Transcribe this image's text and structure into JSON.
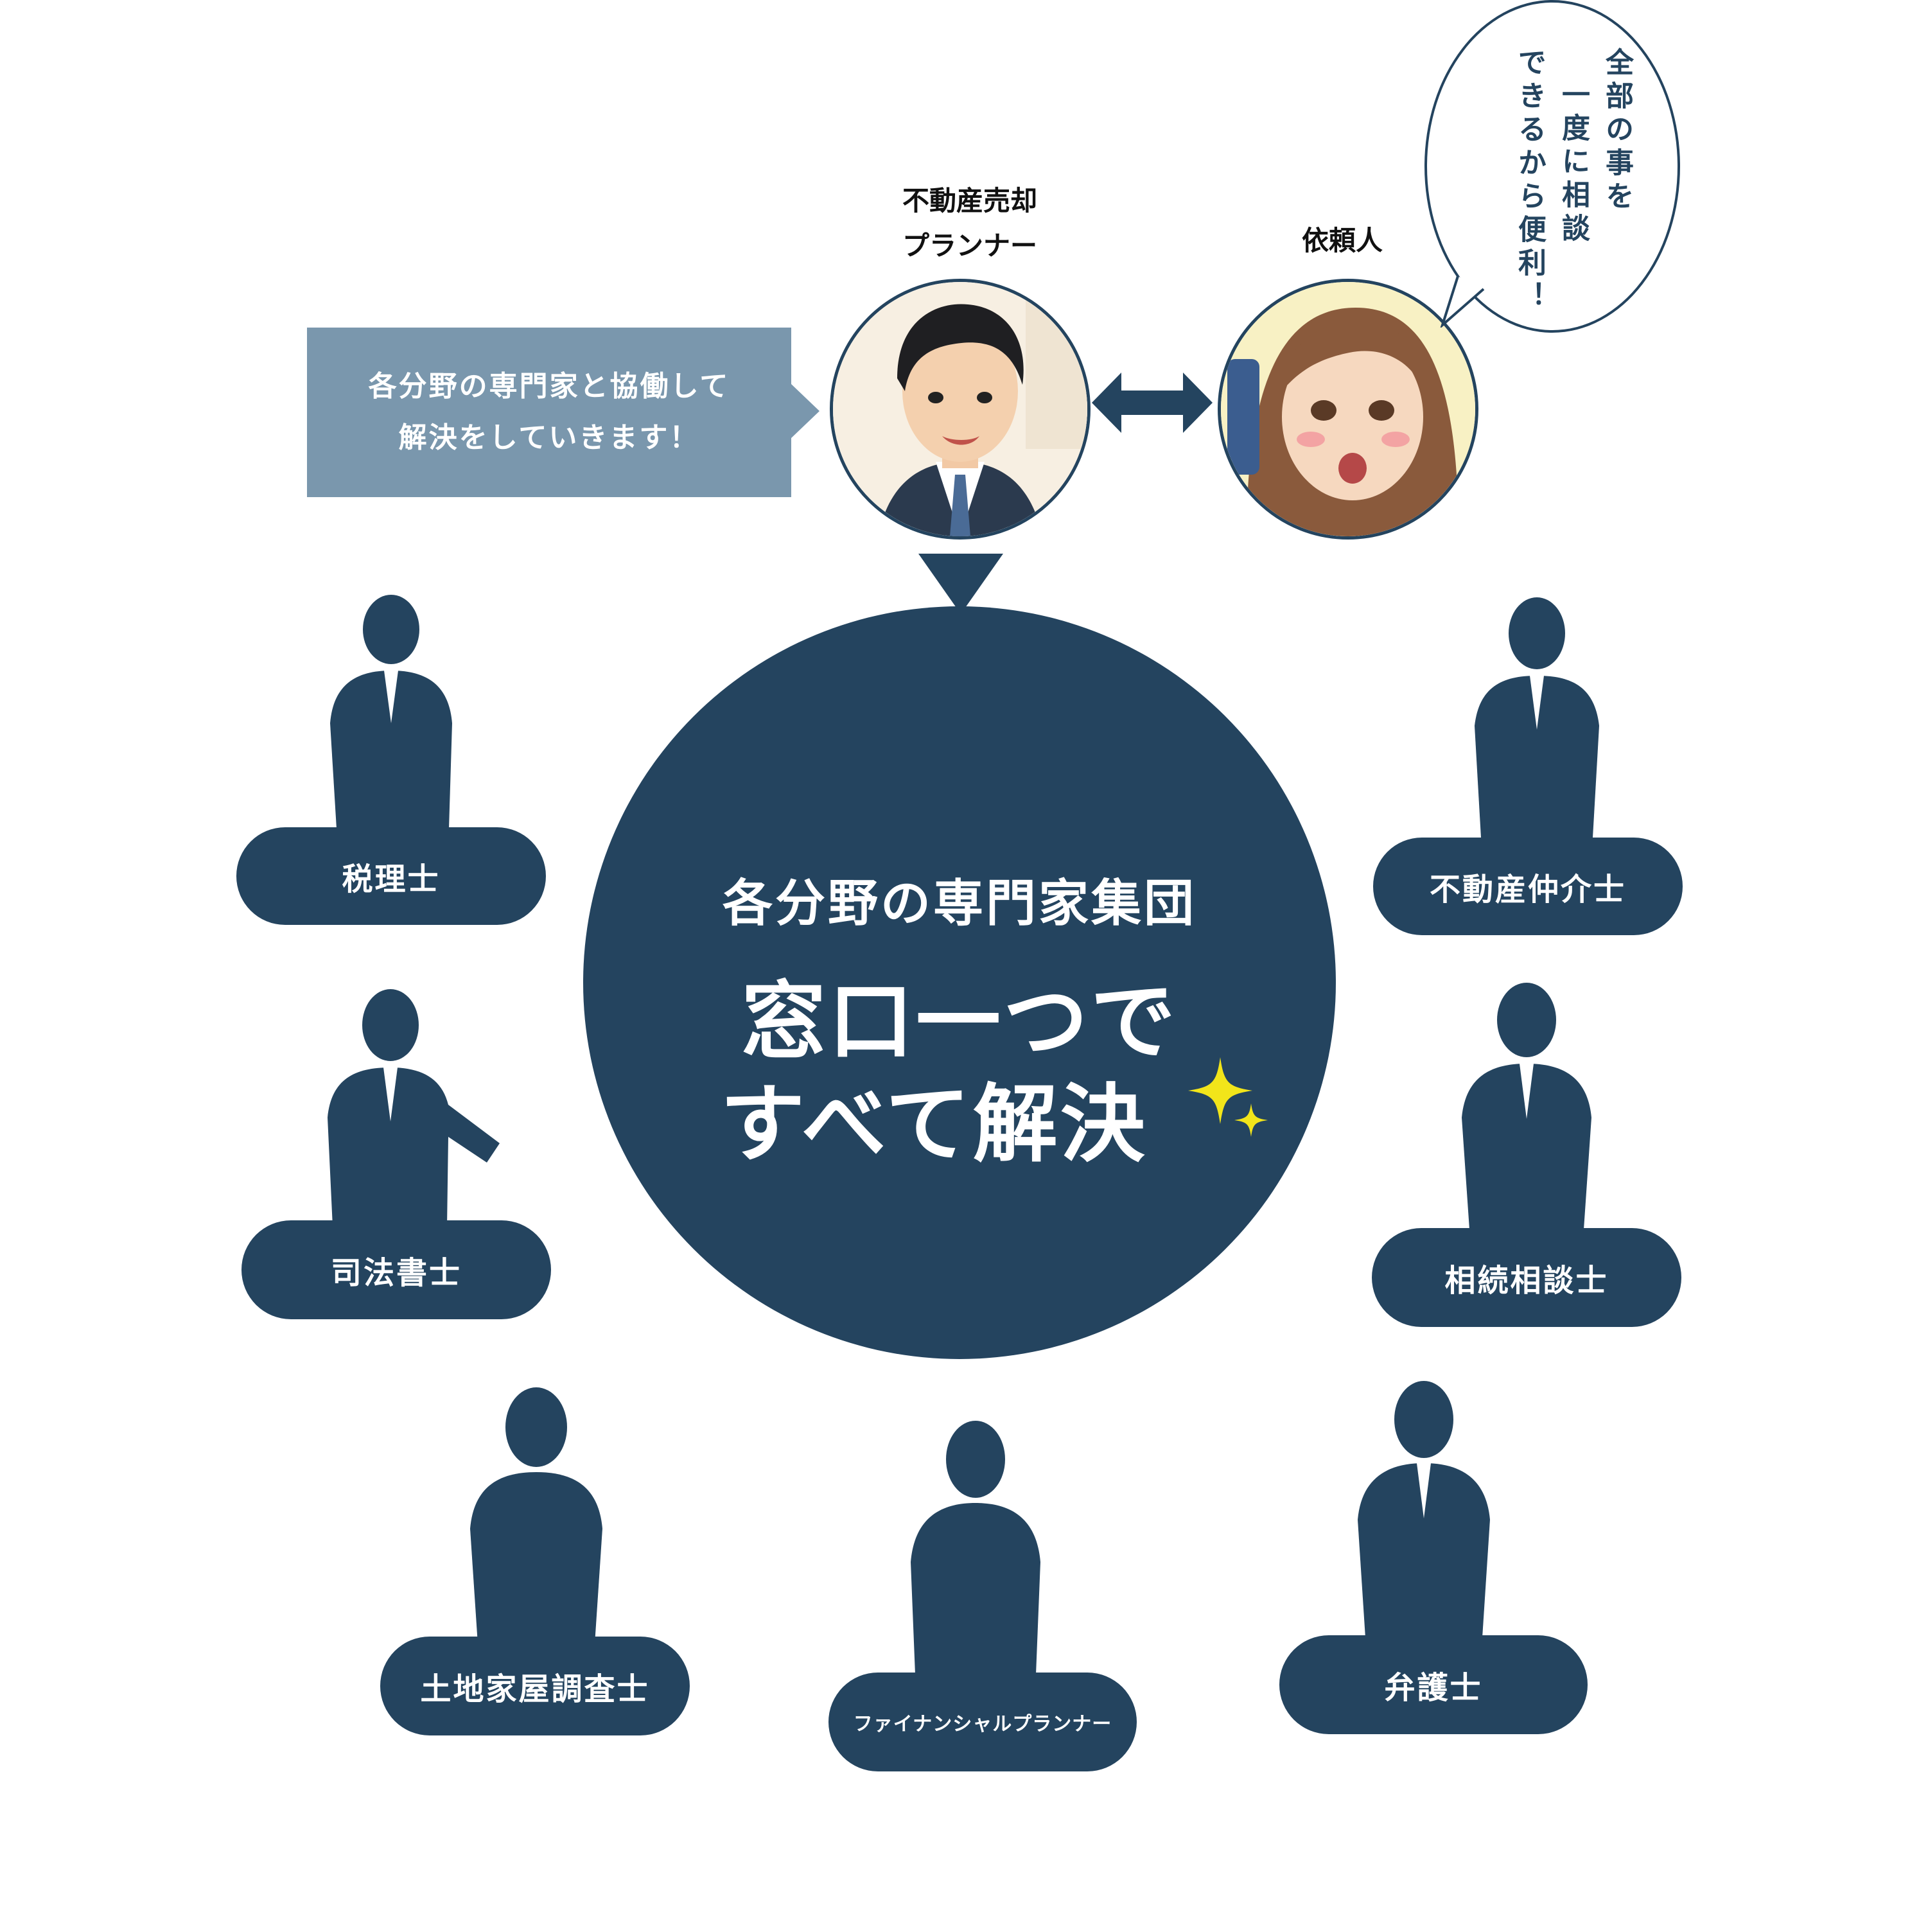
{
  "planner": {
    "label_line1": "不動産売却",
    "label_line2": "プランナー"
  },
  "client": {
    "label": "依頼人"
  },
  "callout": {
    "line1": "各分野の専門家と協働して",
    "line2": "解決をしていきます！"
  },
  "client_bubble": {
    "col1": "全部の事を",
    "col2": "一度に相談",
    "col3": "できるから便利！"
  },
  "center": {
    "subtitle": "各分野の専門家集団",
    "title_line1": "窓口一つで",
    "title_line2": "すべて解決"
  },
  "experts": [
    {
      "label": "税理士"
    },
    {
      "label": "不動産仲介士"
    },
    {
      "label": "司法書士"
    },
    {
      "label": "相続相談士"
    },
    {
      "label": "土地家屋調査士"
    },
    {
      "label": "ファイナンシャルプランナー"
    },
    {
      "label": "弁護士"
    }
  ],
  "colors": {
    "navy": "#24445f",
    "callout": "#7a97ad",
    "sparkle": "#f2e51a"
  }
}
